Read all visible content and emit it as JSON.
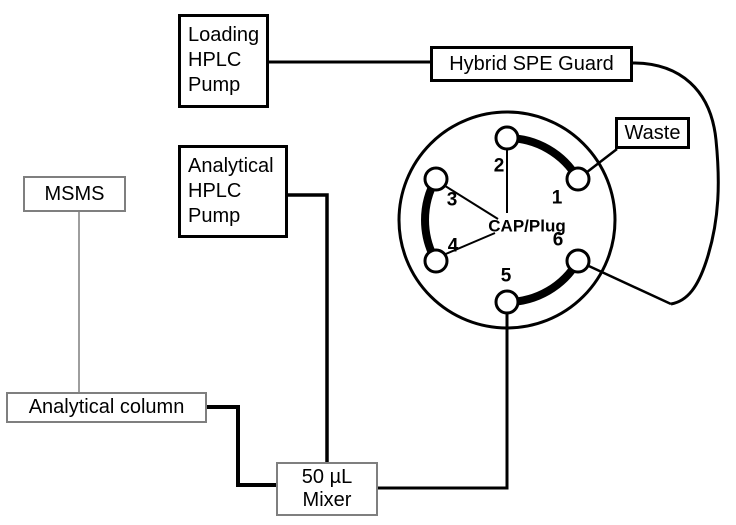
{
  "colors": {
    "line": "#000000",
    "secondary": "#7f7f7f",
    "bg": "#ffffff",
    "text": "#000000"
  },
  "boxes": {
    "loading_pump": {
      "label": "Loading\nHPLC\nPump"
    },
    "spe_guard": {
      "label": "Hybrid SPE Guard"
    },
    "waste": {
      "label": "Waste"
    },
    "msms": {
      "label": "MSMS"
    },
    "analytical_pump": {
      "label": "Analytical\nHPLC\nPump"
    },
    "analytical_column": {
      "label": "Analytical column"
    },
    "mixer": {
      "label": "50 µL\nMixer"
    }
  },
  "valve": {
    "center_label": "CAP/Plug",
    "ports": [
      {
        "label": "1"
      },
      {
        "label": "2"
      },
      {
        "label": "3"
      },
      {
        "label": "4"
      },
      {
        "label": "5"
      },
      {
        "label": "6"
      }
    ]
  }
}
